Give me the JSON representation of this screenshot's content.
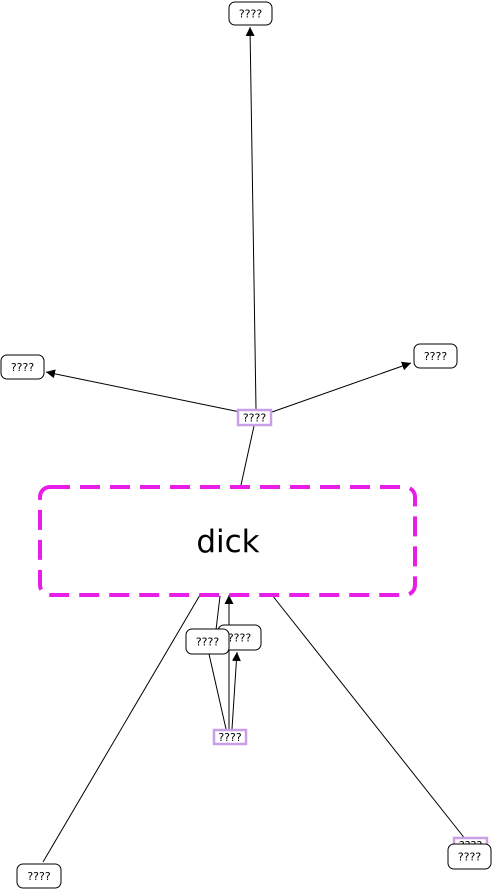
{
  "main_node": {
    "label": "dick"
  },
  "nodes": [
    {
      "id": "top",
      "label": "????"
    },
    {
      "id": "left",
      "label": "????"
    },
    {
      "id": "right",
      "label": "????"
    },
    {
      "id": "inner-a",
      "label": "????"
    },
    {
      "id": "inner-b",
      "label": "????"
    },
    {
      "id": "bottom-left",
      "label": "????"
    },
    {
      "id": "bottom-right",
      "label": "????"
    }
  ],
  "relations": [
    {
      "id": "rel-upper",
      "label": "????"
    },
    {
      "id": "rel-lower",
      "label": "????"
    },
    {
      "id": "rel-bottom-right",
      "label": "????"
    }
  ],
  "colors": {
    "main_border": "#e81ee8",
    "relation_border": "#c9a0e8",
    "edge": "#000000"
  }
}
